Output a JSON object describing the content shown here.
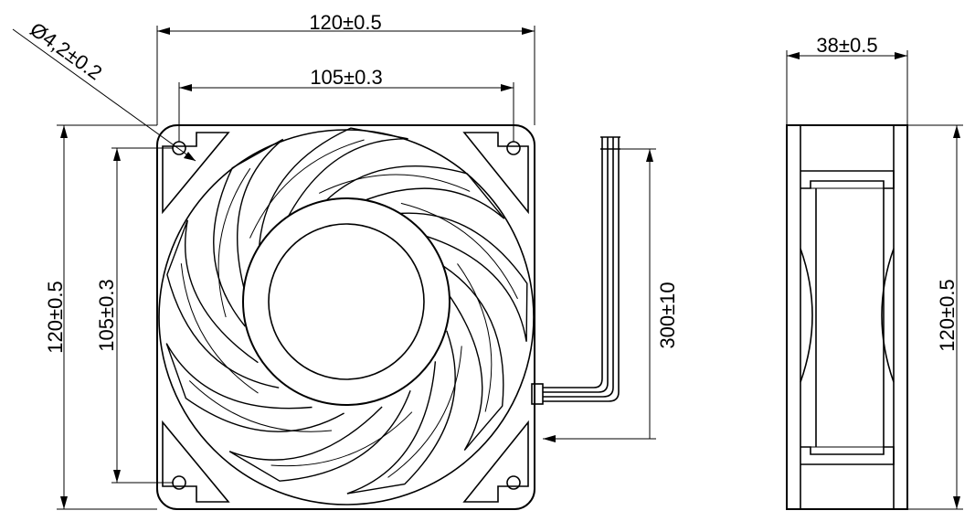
{
  "front_view": {
    "dim_width_outer": "120±0.5",
    "dim_width_holes": "105±0.3",
    "dim_hole_diameter": "Ø4,2±0.2",
    "dim_height_outer": "120±0.5",
    "dim_height_holes": "105±0.3",
    "dim_cable_length": "300±10"
  },
  "side_view": {
    "dim_depth": "38±0.5",
    "dim_height": "120±0.5"
  }
}
